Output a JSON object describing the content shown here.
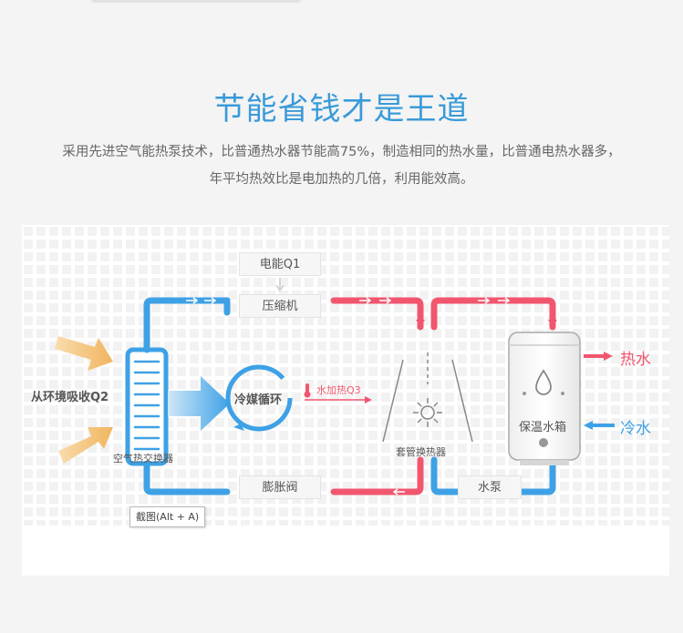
{
  "header": {
    "title": "节能省钱才是王道",
    "desc_line1": "采用先进空气能热泵技术，比普通热水器节能高75%，制造相同的热水量，比普通电热水器多，",
    "desc_line2": "年平均热效比是电加热的几倍，利用能效高。"
  },
  "diagram": {
    "energy_q1": "电能Q1",
    "compressor": "压缩机",
    "env_q2": "从环境吸收Q2",
    "air_exchanger": "空气热交换器",
    "refrigerant_cycle": "冷媒循环",
    "water_heat_q3": "水加热Q3",
    "tube_exchanger": "套管换热器",
    "expansion_valve": "膨胀阀",
    "water_pump": "水泵",
    "tank": "保温水箱",
    "hot_water": "热水",
    "cold_water": "冷水",
    "colors": {
      "cold": "#3ea1e6",
      "hot": "#f2566f",
      "env": "#f1b55e",
      "title": "#3a9ad9"
    }
  },
  "tooltip": {
    "text": "截图(Alt + A)"
  }
}
